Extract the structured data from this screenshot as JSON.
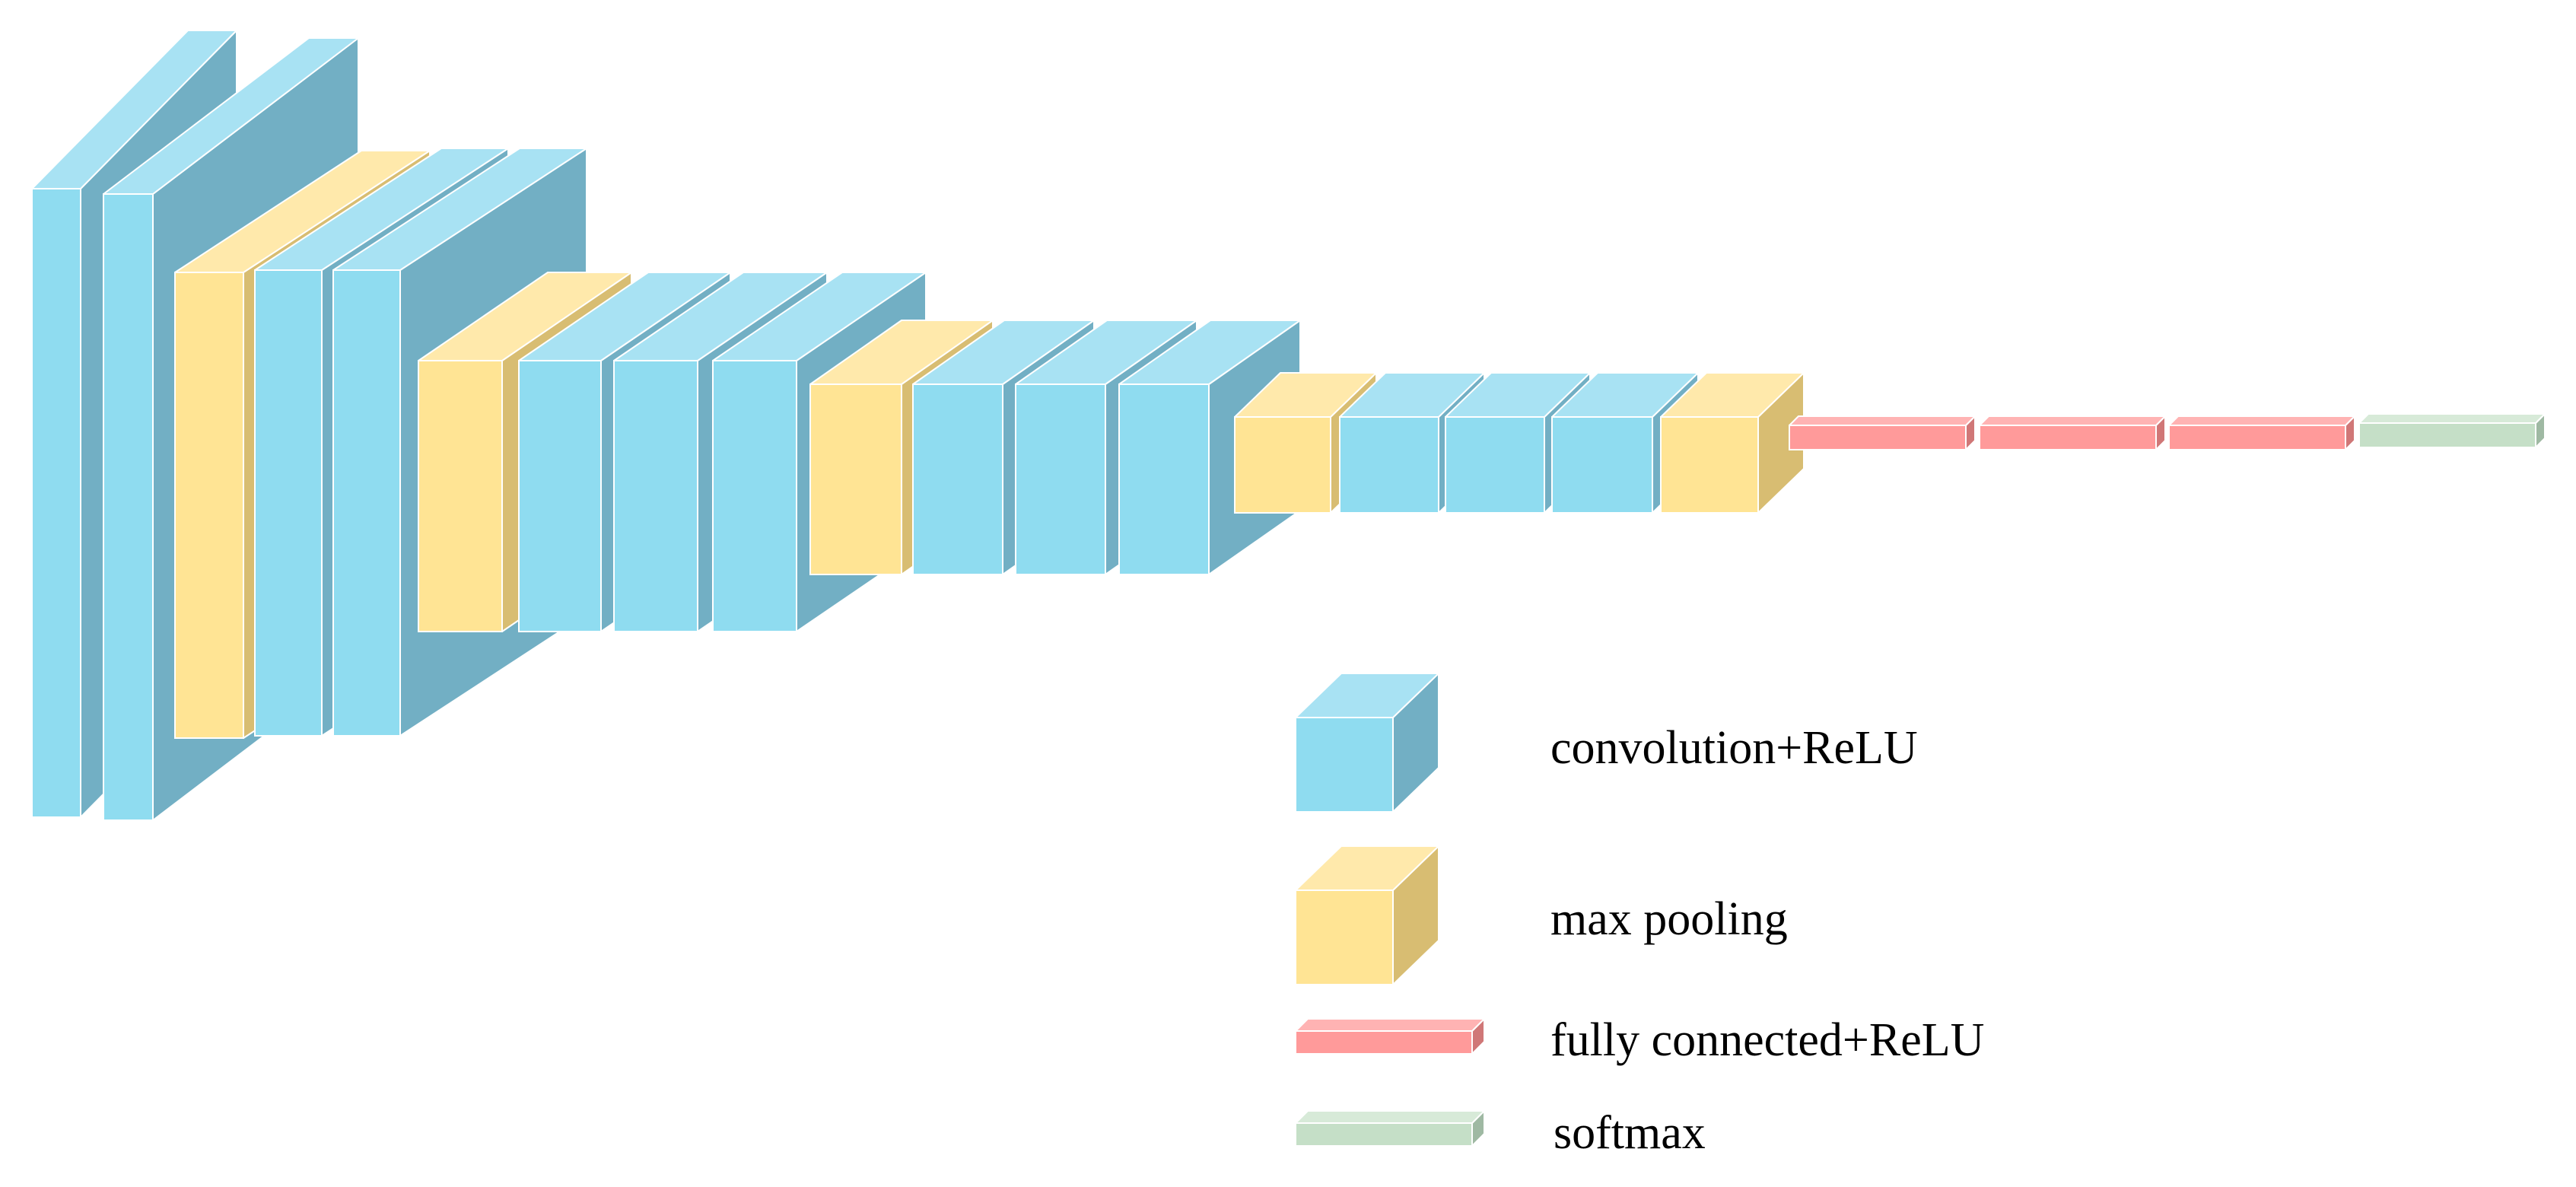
{
  "colors": {
    "convolution": {
      "front": "#8fdcf0",
      "top": "#a8e2f3",
      "side": "#72afc4"
    },
    "pooling": {
      "front": "#ffe494",
      "top": "#ffe9ab",
      "side": "#d8bd72"
    },
    "fully_connected": {
      "front": "#ff9a9a",
      "top": "#ffb3b3",
      "side": "#d07777"
    },
    "softmax": {
      "front": "#c5dfc7",
      "top": "#d7ead8",
      "side": "#9fb9a3"
    }
  },
  "layers": [
    {
      "type": "convolution"
    },
    {
      "type": "convolution"
    },
    {
      "type": "pooling"
    },
    {
      "type": "convolution"
    },
    {
      "type": "convolution"
    },
    {
      "type": "pooling"
    },
    {
      "type": "convolution"
    },
    {
      "type": "convolution"
    },
    {
      "type": "convolution"
    },
    {
      "type": "pooling"
    },
    {
      "type": "convolution"
    },
    {
      "type": "convolution"
    },
    {
      "type": "convolution"
    },
    {
      "type": "pooling"
    },
    {
      "type": "convolution"
    },
    {
      "type": "convolution"
    },
    {
      "type": "convolution"
    },
    {
      "type": "pooling"
    },
    {
      "type": "fully_connected"
    },
    {
      "type": "fully_connected"
    },
    {
      "type": "fully_connected"
    },
    {
      "type": "softmax"
    }
  ],
  "legend": [
    {
      "type": "convolution",
      "label": "convolution+ReLU"
    },
    {
      "type": "pooling",
      "label": "max pooling"
    },
    {
      "type": "fully_connected",
      "label": "fully connected+ReLU"
    },
    {
      "type": "softmax",
      "label": "softmax"
    }
  ]
}
